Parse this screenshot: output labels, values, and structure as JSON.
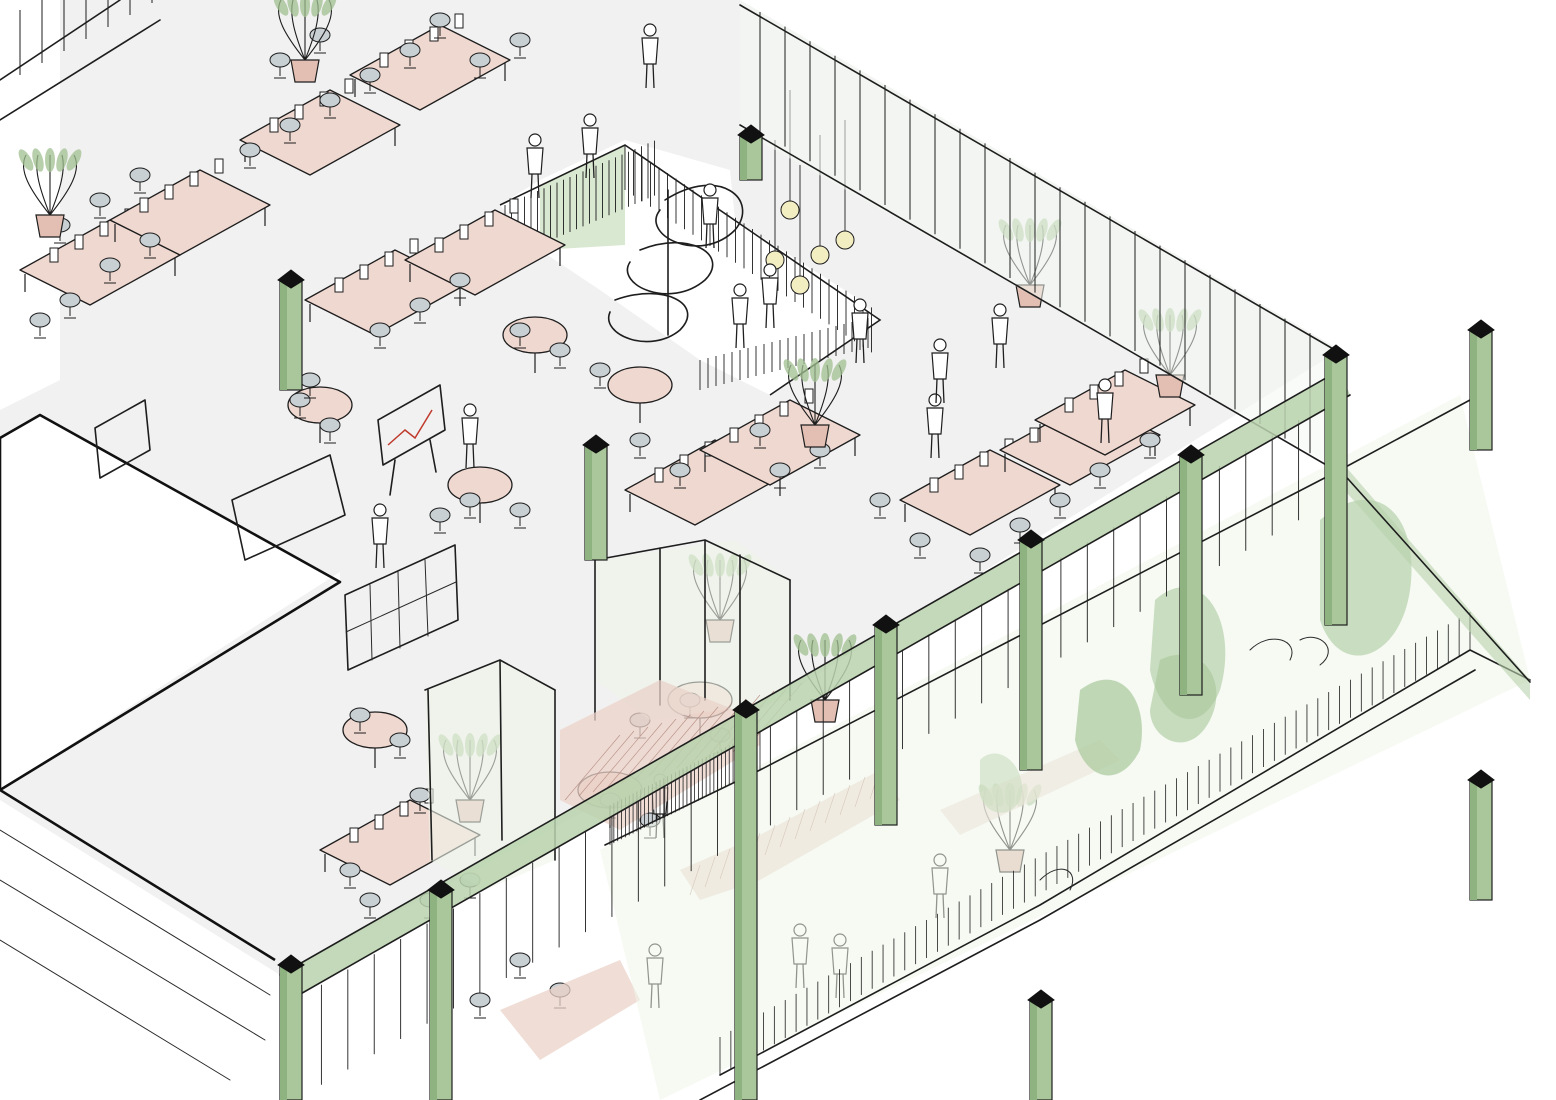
{
  "drawing": {
    "palette": {
      "ink": "#1e1e1e",
      "floor": "#f1f1f1",
      "sheet": "#ffffff",
      "column_green": "#a9c79a",
      "column_green_dark": "#8fb281",
      "glass_green": "#d9e8d1",
      "foliage_green": "#9fbf8f",
      "wood_pink": "#e3bfb3",
      "desk_pink": "#efd8d0",
      "chair_grey": "#c9d0d4",
      "cap_black": "#111111"
    },
    "icons": {
      "desk": "desk-cluster-icon",
      "chair": "office-chair-icon",
      "table": "round-table-icon",
      "plant": "potted-plant-icon",
      "person": "person-figure-icon",
      "stair": "spiral-stair-icon",
      "lamp": "pendant-lamp-icon",
      "board": "presentation-board-icon"
    },
    "counts": {
      "desk_clusters": 12,
      "round_tables": 7,
      "people": 18,
      "potted_plants": 9,
      "pendant_lamps": 5
    }
  }
}
